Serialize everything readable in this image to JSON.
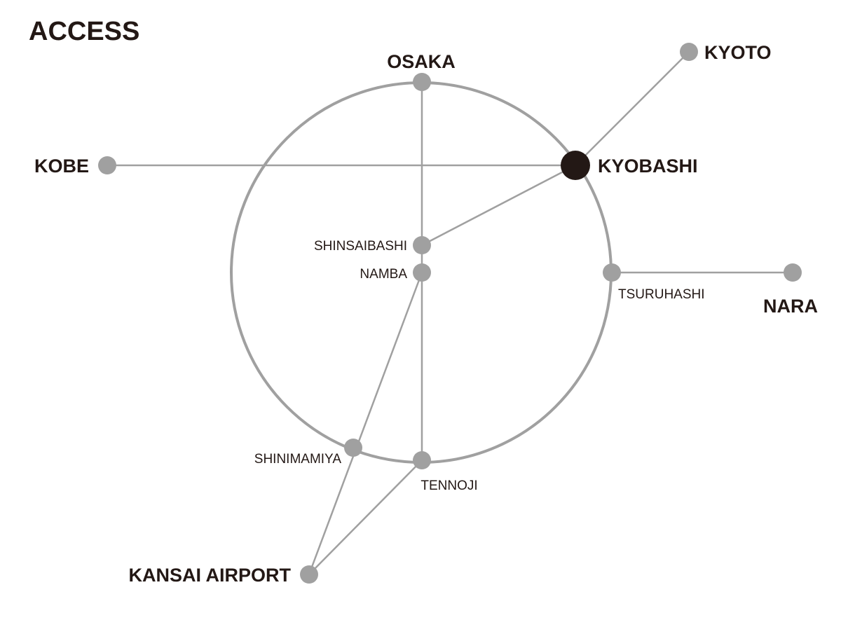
{
  "title": "ACCESS",
  "colors": {
    "line": "#a0a0a0",
    "node": "#a0a0a0",
    "highlight": "#231815",
    "text": "#231815"
  },
  "stations": {
    "osaka": "OSAKA",
    "kyoto": "KYOTO",
    "kobe": "KOBE",
    "kyobashi": "KYOBASHI",
    "shinsaibashi": "SHINSAIBASHI",
    "namba": "NAMBA",
    "tsuruhashi": "TSURUHASHI",
    "nara": "NARA",
    "shinimamiya": "SHINIMAMIYA",
    "tennoji": "TENNOJI",
    "kansai_airport": "KANSAI AIRPORT"
  }
}
